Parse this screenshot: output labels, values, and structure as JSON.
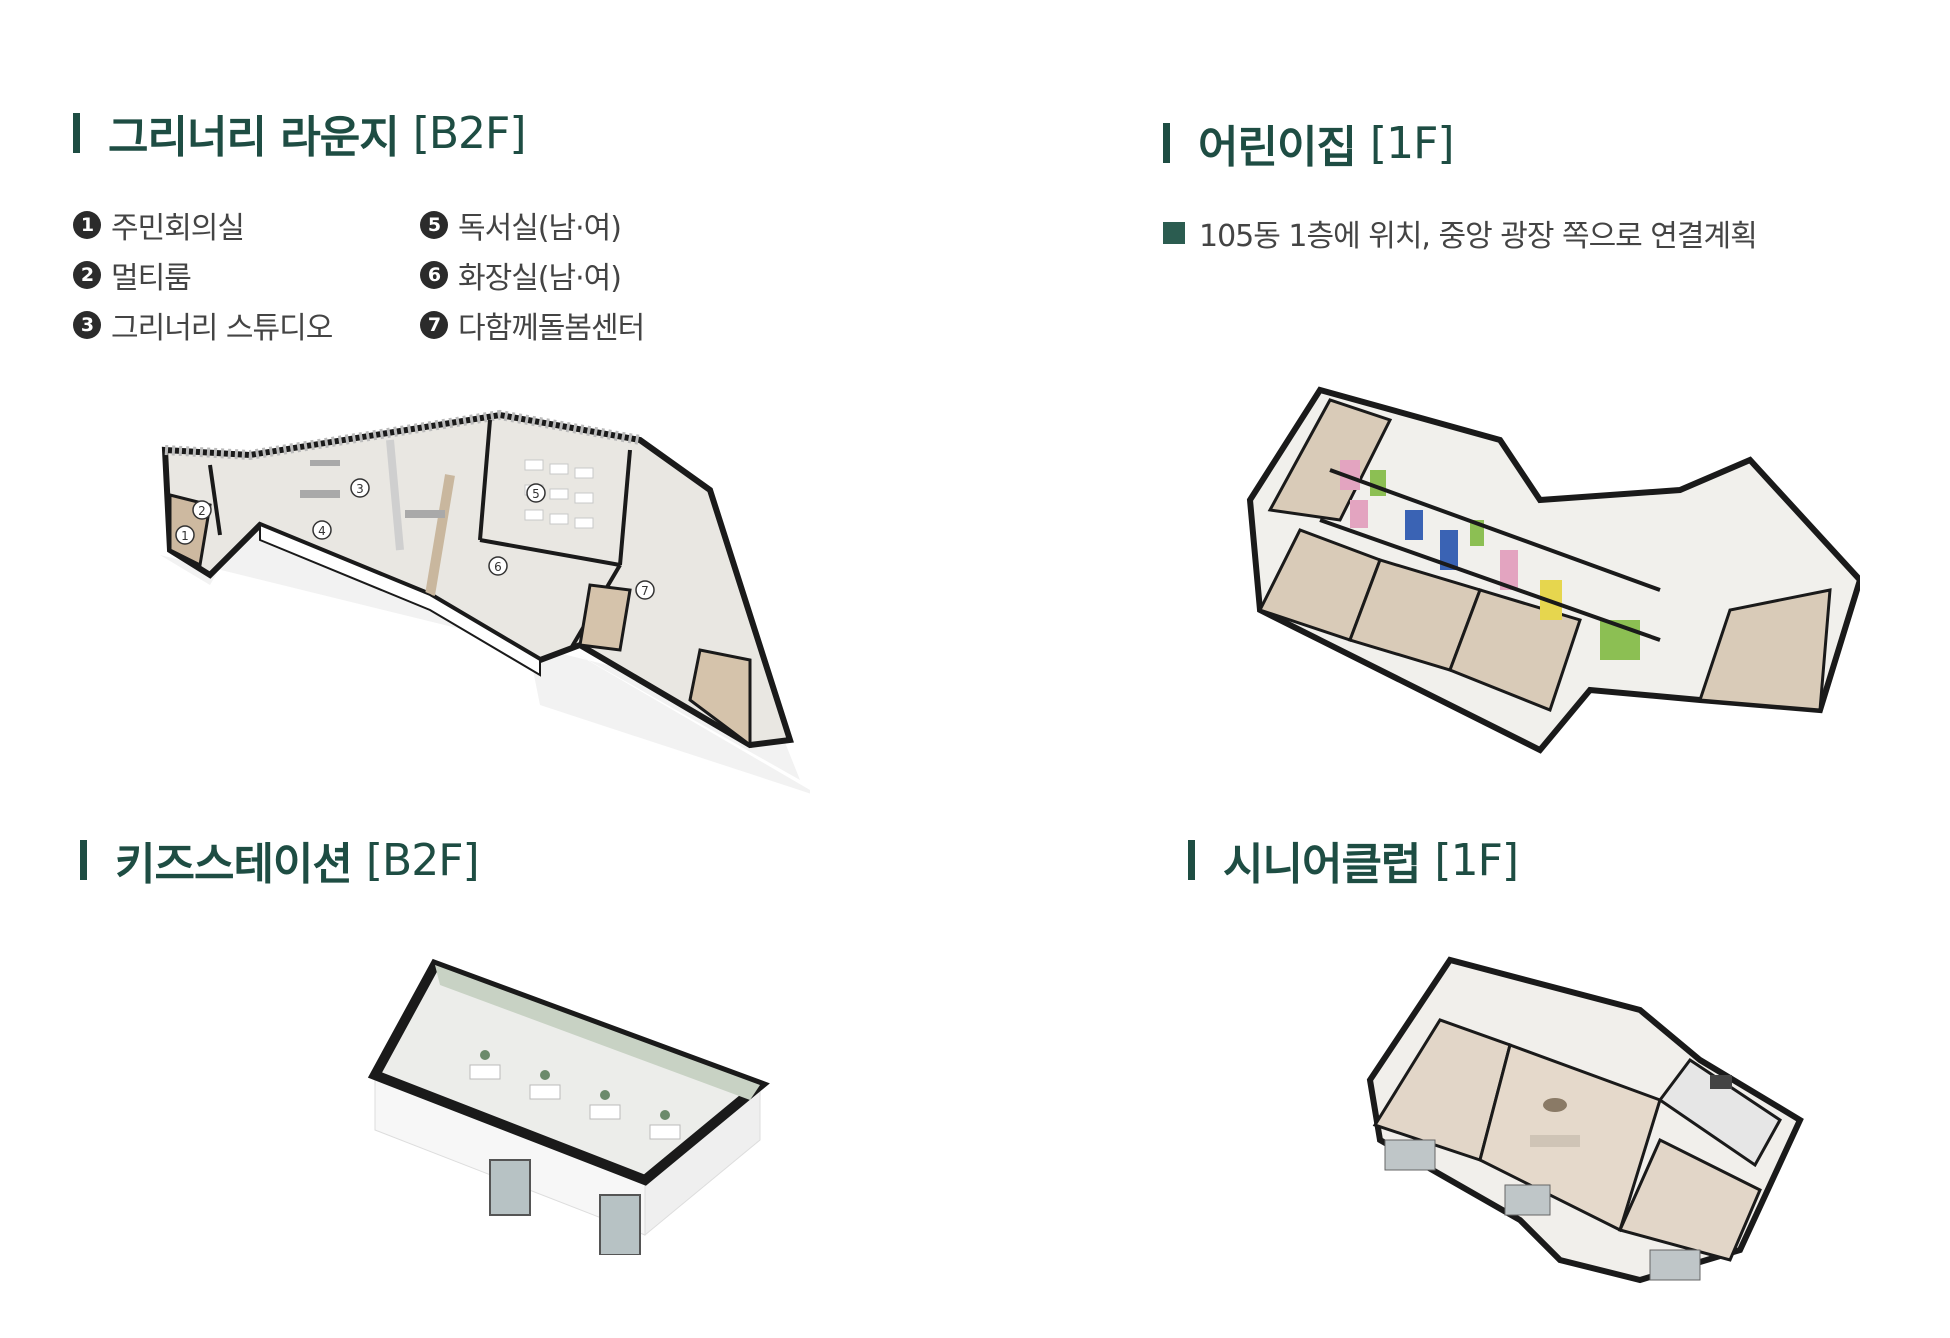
{
  "sections": {
    "lounge": {
      "title": "그리너리 라운지",
      "floor": "[B2F]",
      "legend": [
        {
          "num": "1",
          "label": "주민회의실"
        },
        {
          "num": "2",
          "label": "멀티룸"
        },
        {
          "num": "3",
          "label": "그리너리 스튜디오"
        },
        {
          "num": "5",
          "label": "독서실(남·여)"
        },
        {
          "num": "6",
          "label": "화장실(남·여)"
        },
        {
          "num": "7",
          "label": "다함께돌봄센터"
        }
      ],
      "plan_markers": [
        "1",
        "2",
        "3",
        "4",
        "5",
        "6",
        "7"
      ]
    },
    "daycare": {
      "title": "어린이집",
      "floor": "[1F]",
      "note": "105동 1층에 위치, 중앙 광장 쪽으로 연결계획"
    },
    "kids": {
      "title": "키즈스테이션",
      "floor": "[B2F]"
    },
    "senior": {
      "title": "시니어클럽",
      "floor": "[1F]"
    }
  },
  "colors": {
    "accent": "#1e4d43",
    "wall": "#1a1a1a",
    "floor_wood": "#d9cbb8",
    "floor_light": "#ecebe6"
  }
}
